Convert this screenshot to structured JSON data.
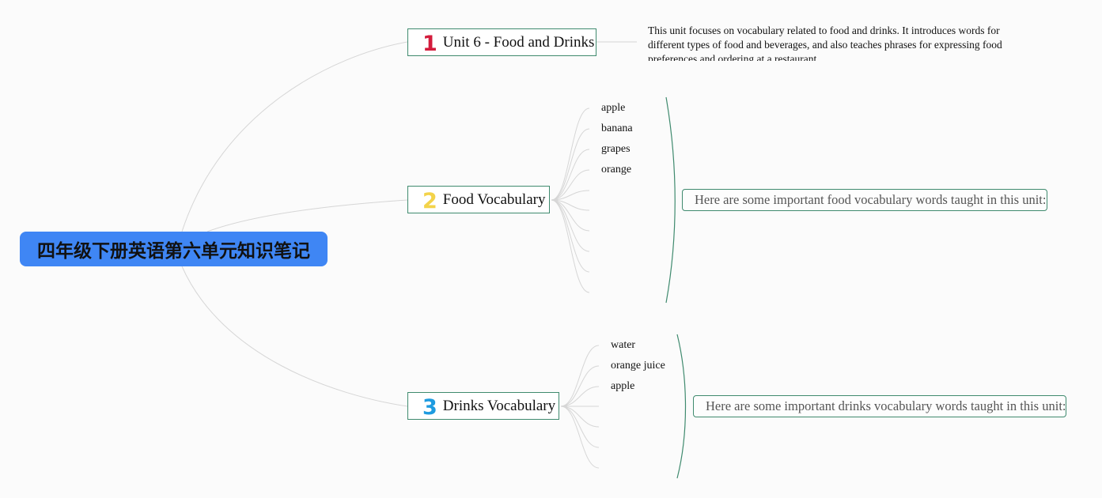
{
  "colors": {
    "root_bg": "#3f86f4",
    "branch_border": "#3f8a6e",
    "connector": "#d4d4d4",
    "num1": "#d31c3c",
    "num2": "#f3d34a",
    "num3": "#1e9be0"
  },
  "root": {
    "title": "四年级下册英语第六单元知识笔记"
  },
  "branches": [
    {
      "number": "1",
      "label": "Unit 6 - Food and Drinks",
      "description": "This unit focuses on vocabulary related to food and drinks. It introduces words for different types of food and beverages, and also teaches phrases for expressing food preferences and ordering at a restaurant."
    },
    {
      "number": "2",
      "label": "Food Vocabulary",
      "words": [
        "apple",
        "banana",
        "grapes",
        "orange"
      ],
      "note": "Here are some important food vocabulary words taught in this unit:"
    },
    {
      "number": "3",
      "label": "Drinks Vocabulary",
      "words": [
        "water",
        "orange juice",
        "apple"
      ],
      "note": "Here are some important drinks vocabulary words taught in this unit:"
    }
  ]
}
